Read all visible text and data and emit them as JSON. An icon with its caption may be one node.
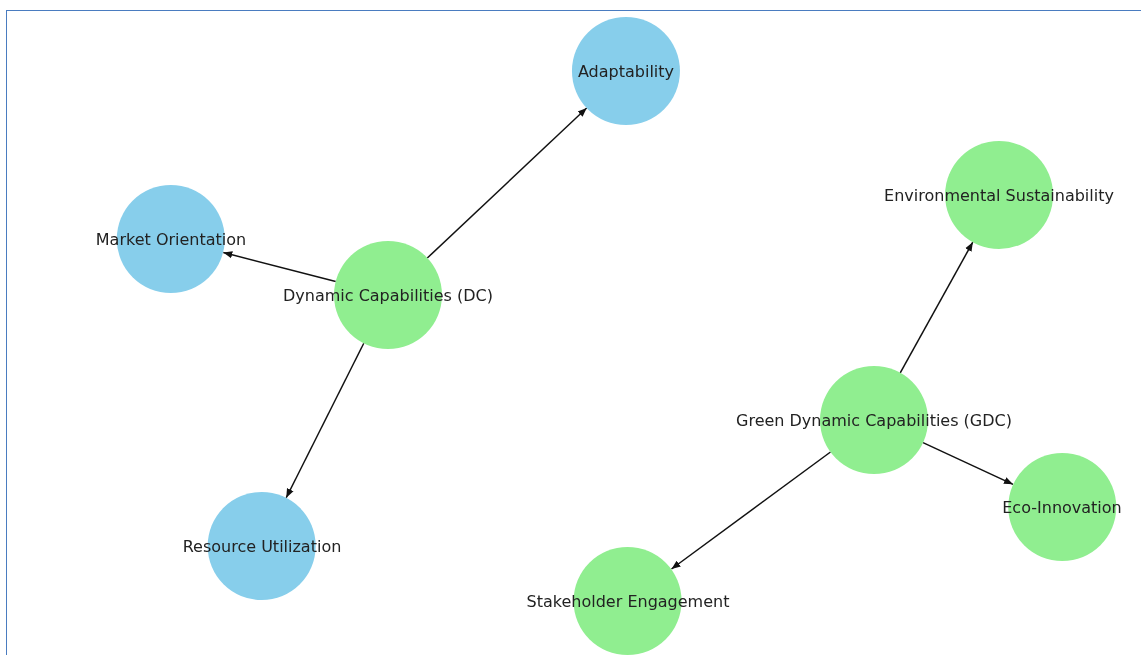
{
  "diagram": {
    "nodes": [
      {
        "text": [
          "Dynamic Capabilities (DC)"
        ]
      },
      {
        "text": [
          "Adaptability"
        ]
      },
      {
        "text": [
          "Market Orientation"
        ]
      },
      {
        "text": [
          "Resource Utilization"
        ]
      },
      {
        "text": [
          "Green Dynamic Capabilities (GDC)"
        ]
      },
      {
        "text": [
          "Environmental Sustainability"
        ]
      },
      {
        "text": [
          "Eco-Innovation"
        ]
      },
      {
        "text": [
          "Stakeholder Engagement"
        ]
      }
    ],
    "edges": [
      {
        "from": 0,
        "to": 1,
        "arrow": "to"
      },
      {
        "from": 0,
        "to": 2,
        "arrow": "to"
      },
      {
        "from": 0,
        "to": 3,
        "arrow": "to"
      },
      {
        "from": 4,
        "to": 5,
        "arrow": "to"
      },
      {
        "from": 4,
        "to": 6,
        "arrow": "to"
      },
      {
        "from": 4,
        "to": 7,
        "arrow": "to"
      }
    ]
  }
}
